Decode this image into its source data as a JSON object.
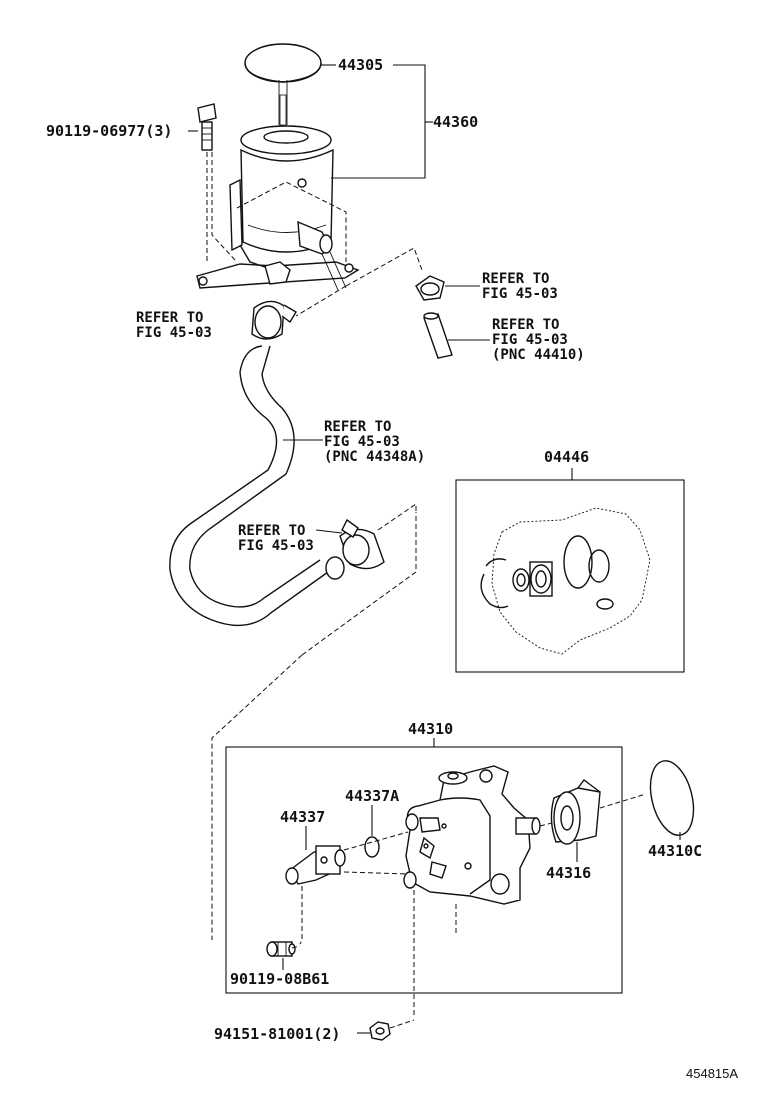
{
  "labels": {
    "cap": "44305",
    "reservoir": "44360",
    "bolt_top": "90119-06977(3)",
    "refer_top_right_1": "REFER TO",
    "refer_top_right_2": "FIG 45-03",
    "refer_hose_right_1": "REFER TO",
    "refer_hose_right_2": "FIG 45-03",
    "refer_hose_right_3": "(PNC 44410)",
    "refer_clamp_left_1": "REFER TO",
    "refer_clamp_left_2": "FIG 45-03",
    "refer_hose_mid_1": "REFER TO",
    "refer_hose_mid_2": "FIG 45-03",
    "refer_hose_mid_3": "(PNC 44348A)",
    "refer_clamp_mid_1": "REFER TO",
    "refer_clamp_mid_2": "FIG 45-03",
    "kit": "04446",
    "pump_assy": "44310",
    "oring": "44337A",
    "union": "44337",
    "pulley": "44316",
    "gasket": "44310C",
    "bolt_union": "90119-08B61",
    "bolt_pump": "94151-81001(2)",
    "figure_id": "454815A"
  }
}
